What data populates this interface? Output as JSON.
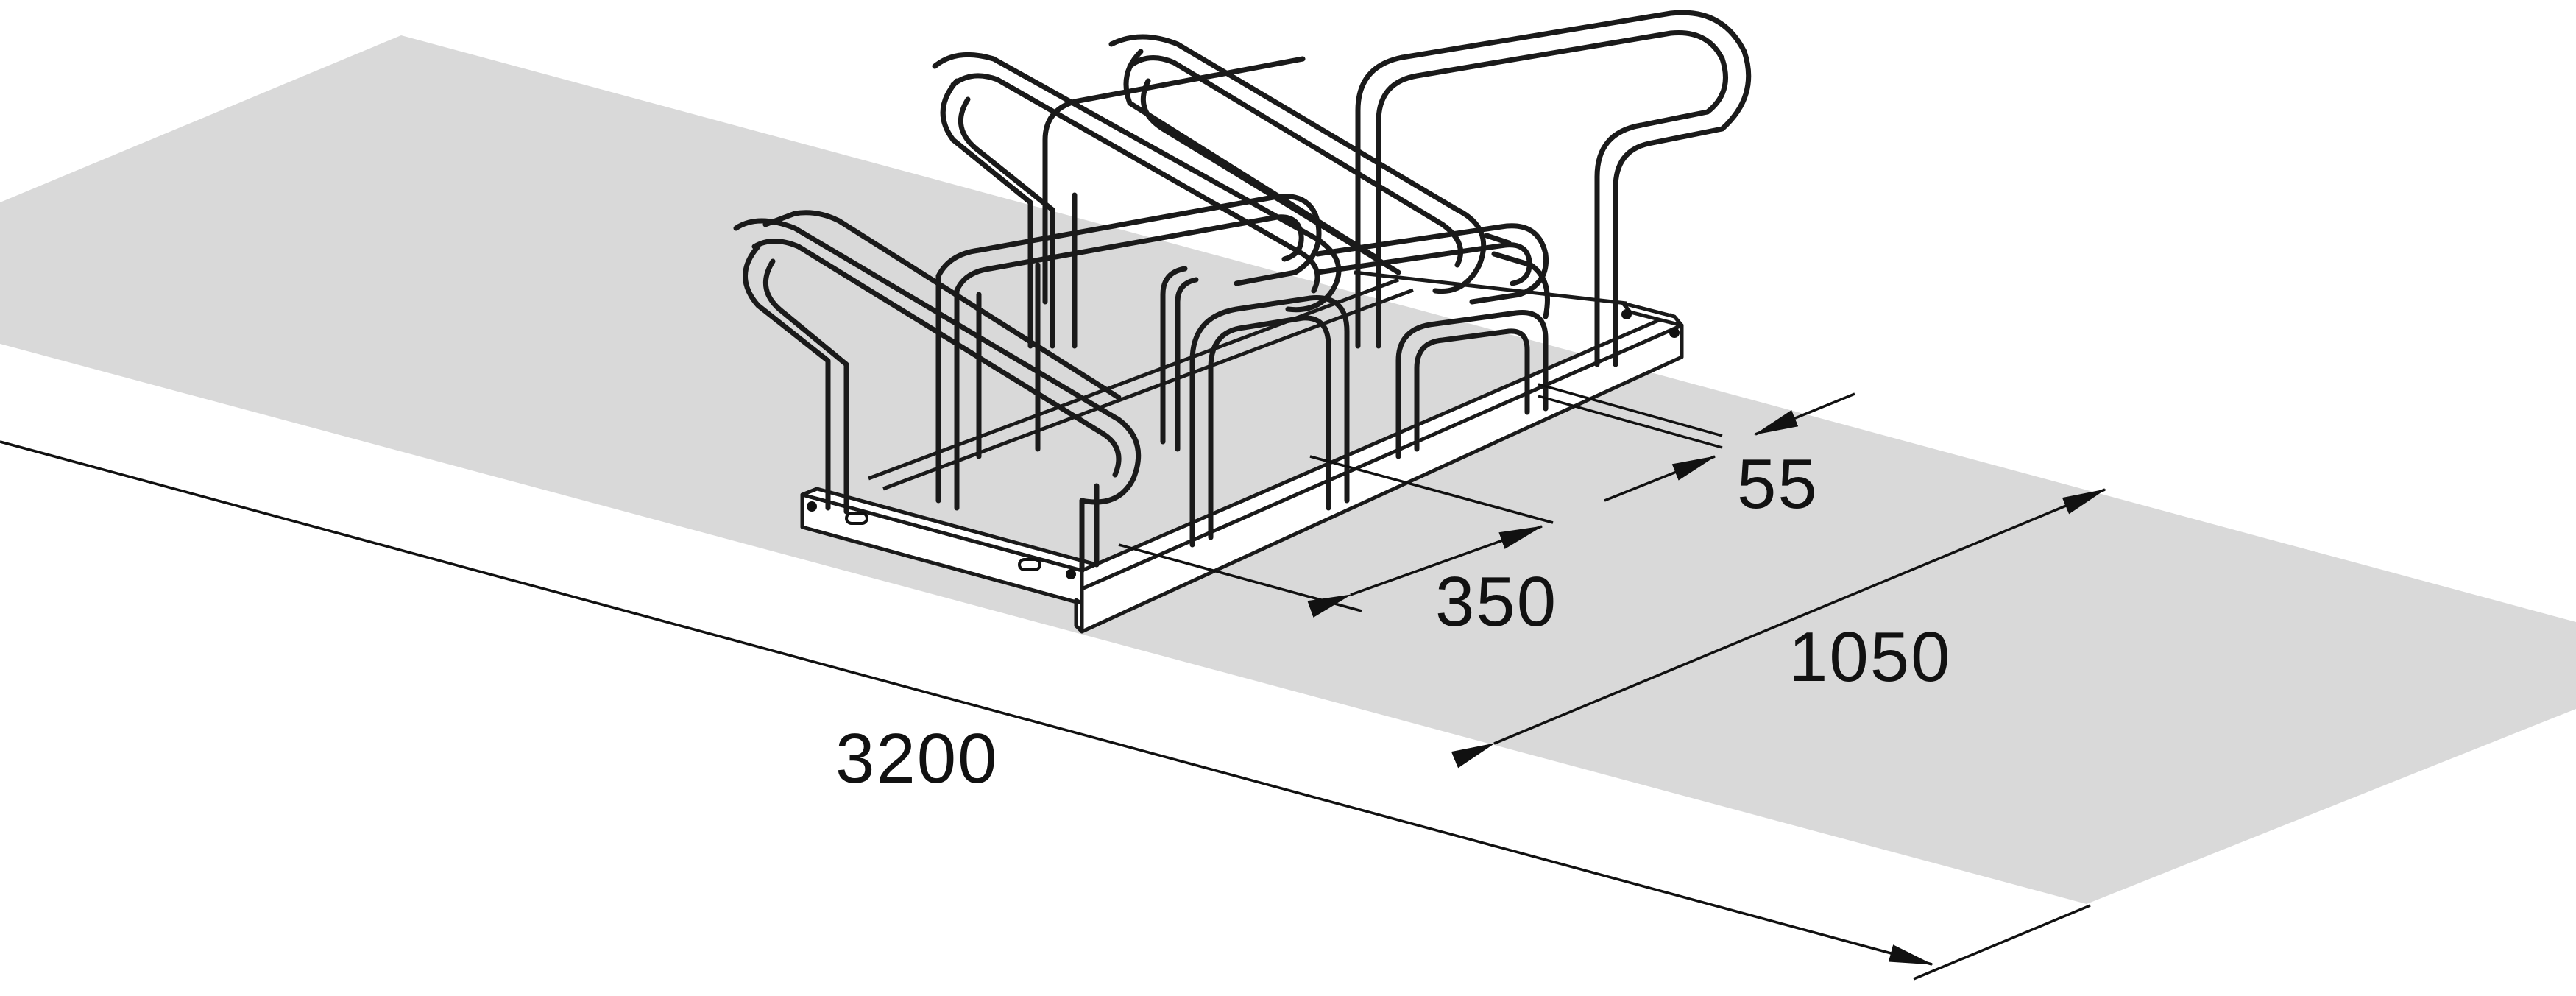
{
  "drawing": {
    "floor_color": "#d9d9d9",
    "line_color": "#111111",
    "dimensions": {
      "slot_depth": "55",
      "slot_spacing": "350",
      "depth": "1050",
      "length": "3200"
    }
  }
}
